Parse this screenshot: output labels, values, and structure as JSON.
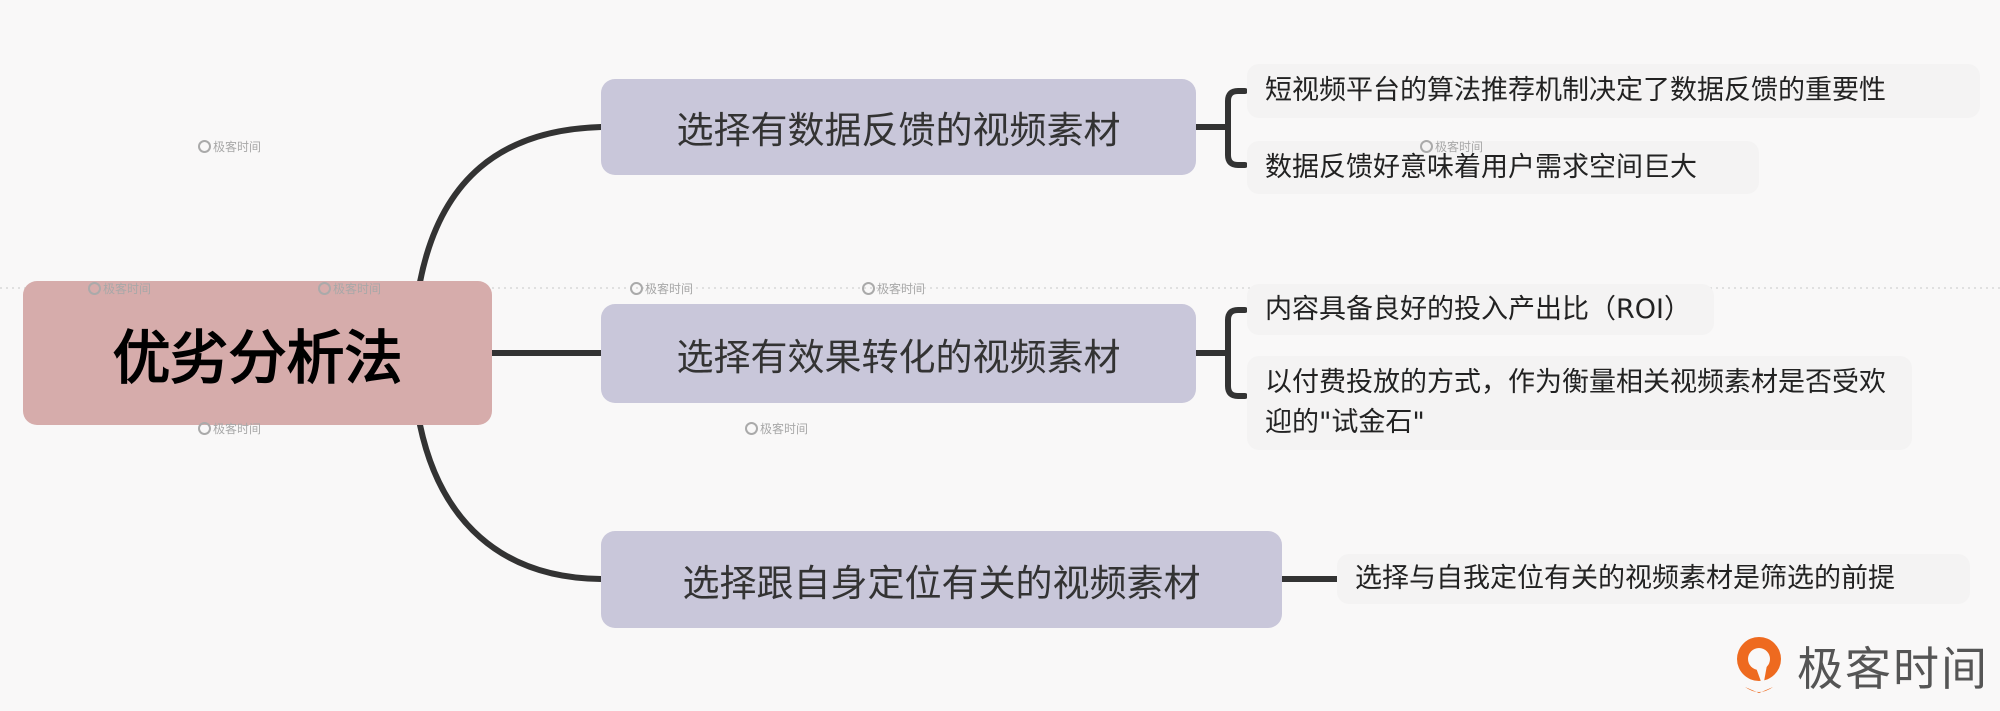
{
  "root": {
    "label": "优劣分析法",
    "color": "#d6acab"
  },
  "branches": [
    {
      "label": "选择有数据反馈的视频素材",
      "leaves": [
        "短视频平台的算法推荐机制决定了数据反馈的重要性",
        "数据反馈好意味着用户需求空间巨大"
      ]
    },
    {
      "label": "选择有效果转化的视频素材",
      "leaves": [
        "内容具备良好的投入产出比（ROI）",
        "以付费投放的方式，作为衡量相关视频素材是否受欢迎的\"试金石\""
      ]
    },
    {
      "label": "选择跟自身定位有关的视频素材",
      "leaves": [
        "选择与自我定位有关的视频素材是筛选的前提"
      ]
    }
  ],
  "branch_color": "#c9c7da",
  "watermark": "极客时间",
  "logo": {
    "text": "极客时间",
    "color": "#ee6a1f"
  }
}
